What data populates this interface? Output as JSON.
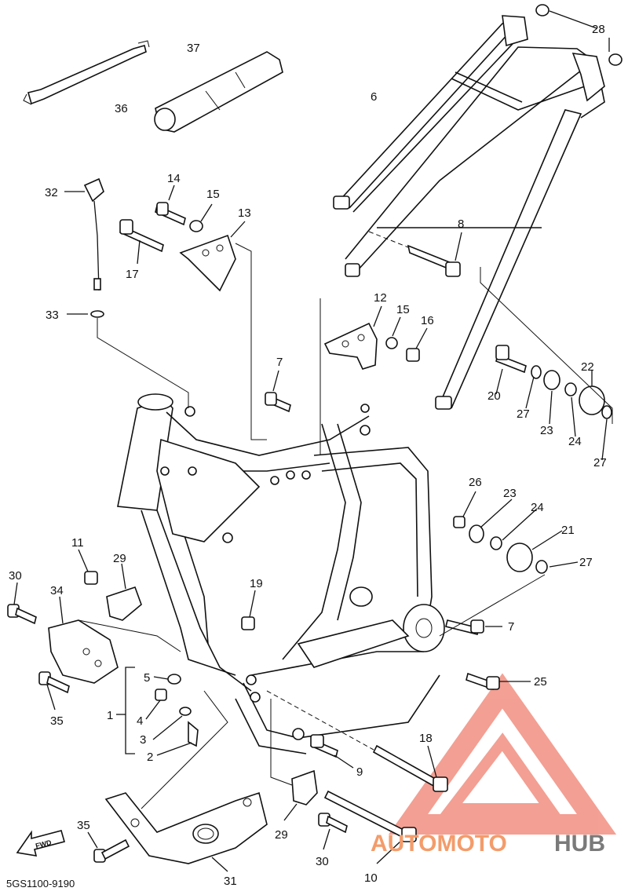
{
  "diagram": {
    "code": "5GS1100-9190",
    "fwd_label": "FWD",
    "callouts": [
      {
        "id": "c1",
        "text": "1"
      },
      {
        "id": "c2",
        "text": "2"
      },
      {
        "id": "c3",
        "text": "3"
      },
      {
        "id": "c4",
        "text": "4"
      },
      {
        "id": "c5",
        "text": "5"
      },
      {
        "id": "c6",
        "text": "6"
      },
      {
        "id": "c7a",
        "text": "7"
      },
      {
        "id": "c7b",
        "text": "7"
      },
      {
        "id": "c8",
        "text": "8"
      },
      {
        "id": "c9",
        "text": "9"
      },
      {
        "id": "c10",
        "text": "10"
      },
      {
        "id": "c11",
        "text": "11"
      },
      {
        "id": "c12",
        "text": "12"
      },
      {
        "id": "c13",
        "text": "13"
      },
      {
        "id": "c14",
        "text": "14"
      },
      {
        "id": "c15a",
        "text": "15"
      },
      {
        "id": "c15b",
        "text": "15"
      },
      {
        "id": "c16",
        "text": "16"
      },
      {
        "id": "c17",
        "text": "17"
      },
      {
        "id": "c18",
        "text": "18"
      },
      {
        "id": "c19",
        "text": "19"
      },
      {
        "id": "c20",
        "text": "20"
      },
      {
        "id": "c21",
        "text": "21"
      },
      {
        "id": "c22",
        "text": "22"
      },
      {
        "id": "c23a",
        "text": "23"
      },
      {
        "id": "c23b",
        "text": "23"
      },
      {
        "id": "c24a",
        "text": "24"
      },
      {
        "id": "c24b",
        "text": "24"
      },
      {
        "id": "c25",
        "text": "25"
      },
      {
        "id": "c26",
        "text": "26"
      },
      {
        "id": "c27a",
        "text": "27"
      },
      {
        "id": "c27b",
        "text": "27"
      },
      {
        "id": "c27c",
        "text": "27"
      },
      {
        "id": "c28",
        "text": "28"
      },
      {
        "id": "c29a",
        "text": "29"
      },
      {
        "id": "c29b",
        "text": "29"
      },
      {
        "id": "c30a",
        "text": "30"
      },
      {
        "id": "c30b",
        "text": "30"
      },
      {
        "id": "c31",
        "text": "31"
      },
      {
        "id": "c32",
        "text": "32"
      },
      {
        "id": "c33",
        "text": "33"
      },
      {
        "id": "c34",
        "text": "34"
      },
      {
        "id": "c35a",
        "text": "35"
      },
      {
        "id": "c35b",
        "text": "35"
      },
      {
        "id": "c36",
        "text": "36"
      },
      {
        "id": "c37",
        "text": "37"
      }
    ]
  },
  "watermark": {
    "part1": "AUTOMOTO",
    "part2": "HUB",
    "color_primary": "#f39c6b",
    "color_secondary": "#7a7a7a"
  }
}
